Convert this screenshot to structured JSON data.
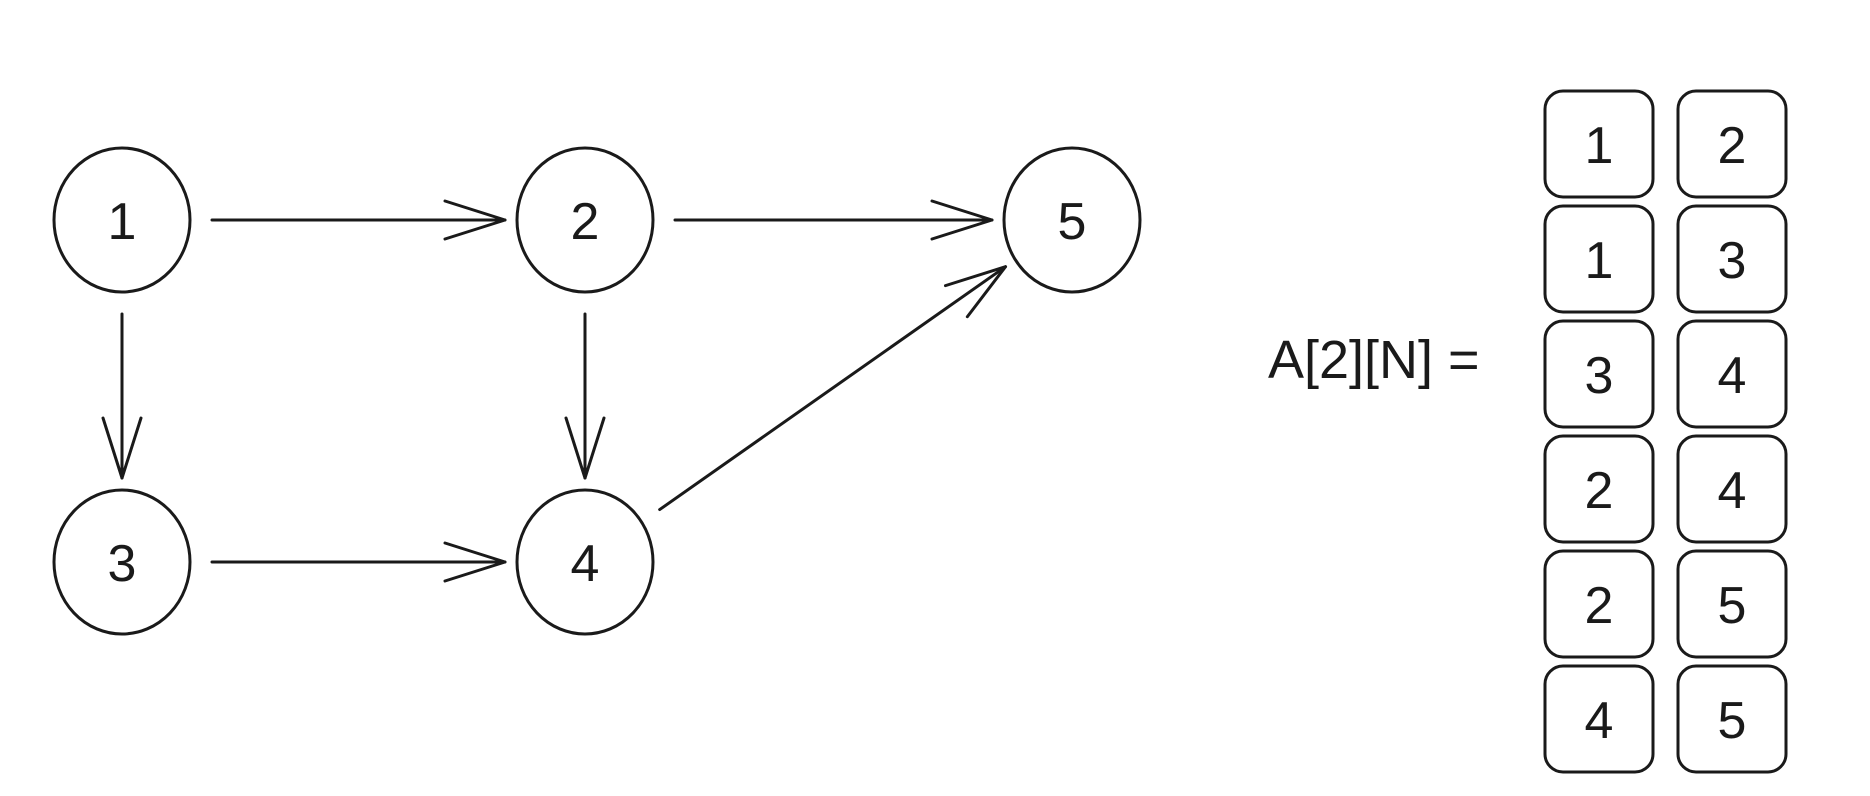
{
  "graph": {
    "nodes": [
      {
        "id": "1",
        "label": "1"
      },
      {
        "id": "2",
        "label": "2"
      },
      {
        "id": "3",
        "label": "3"
      },
      {
        "id": "4",
        "label": "4"
      },
      {
        "id": "5",
        "label": "5"
      }
    ],
    "edges": [
      {
        "from": "1",
        "to": "2"
      },
      {
        "from": "1",
        "to": "3"
      },
      {
        "from": "2",
        "to": "5"
      },
      {
        "from": "2",
        "to": "4"
      },
      {
        "from": "3",
        "to": "4"
      },
      {
        "from": "4",
        "to": "5"
      }
    ]
  },
  "edge_list": {
    "label": "A[2][N] =",
    "rows": [
      [
        "1",
        "2"
      ],
      [
        "1",
        "3"
      ],
      [
        "3",
        "4"
      ],
      [
        "2",
        "4"
      ],
      [
        "2",
        "5"
      ],
      [
        "4",
        "5"
      ]
    ]
  },
  "colors": {
    "stroke": "#1a1a1a",
    "background": "#ffffff"
  }
}
